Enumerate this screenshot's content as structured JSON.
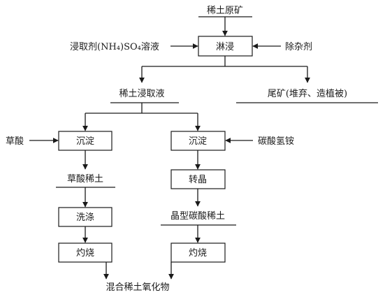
{
  "flow": {
    "ore": "稀土原矿",
    "leach_agent": "浸取剂(NH₄)SO₄溶液",
    "leach_box": "淋浸",
    "impurity_agent": "除杂剂",
    "rare_earth_leachate": "稀土浸取液",
    "tailings": "尾矿(堆弃、造植被)",
    "oxalic_acid": "草酸",
    "precip_left": "沉淀",
    "precip_right": "沉淀",
    "ammonium_bicarbonate": "碳酸氢铵",
    "rare_earth_oxalate": "草酸稀土",
    "crystal_transform": "转晶",
    "washing": "洗涤",
    "crystalline_carbonate": "晶型碳酸稀土",
    "calcine_left": "灼烧",
    "calcine_right": "灼烧",
    "mixed_oxide": "混合稀土氧化物"
  }
}
